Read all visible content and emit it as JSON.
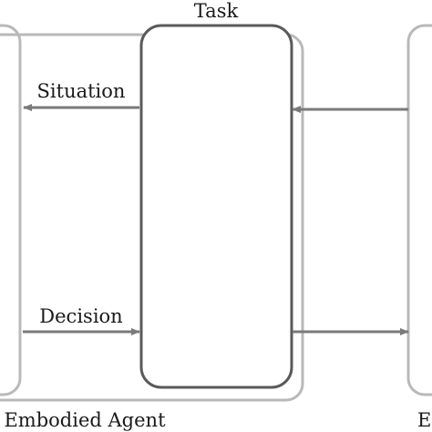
{
  "labels": {
    "task": "Task",
    "situation": "Situation",
    "decision": "Decision",
    "agent": "Embodied Agent",
    "environment_partial": "E"
  },
  "colors": {
    "task_border": "#5a5a5a",
    "container_border": "#b9b9b9",
    "arrow": "#7a7a7a",
    "text": "#1a1a1a"
  }
}
